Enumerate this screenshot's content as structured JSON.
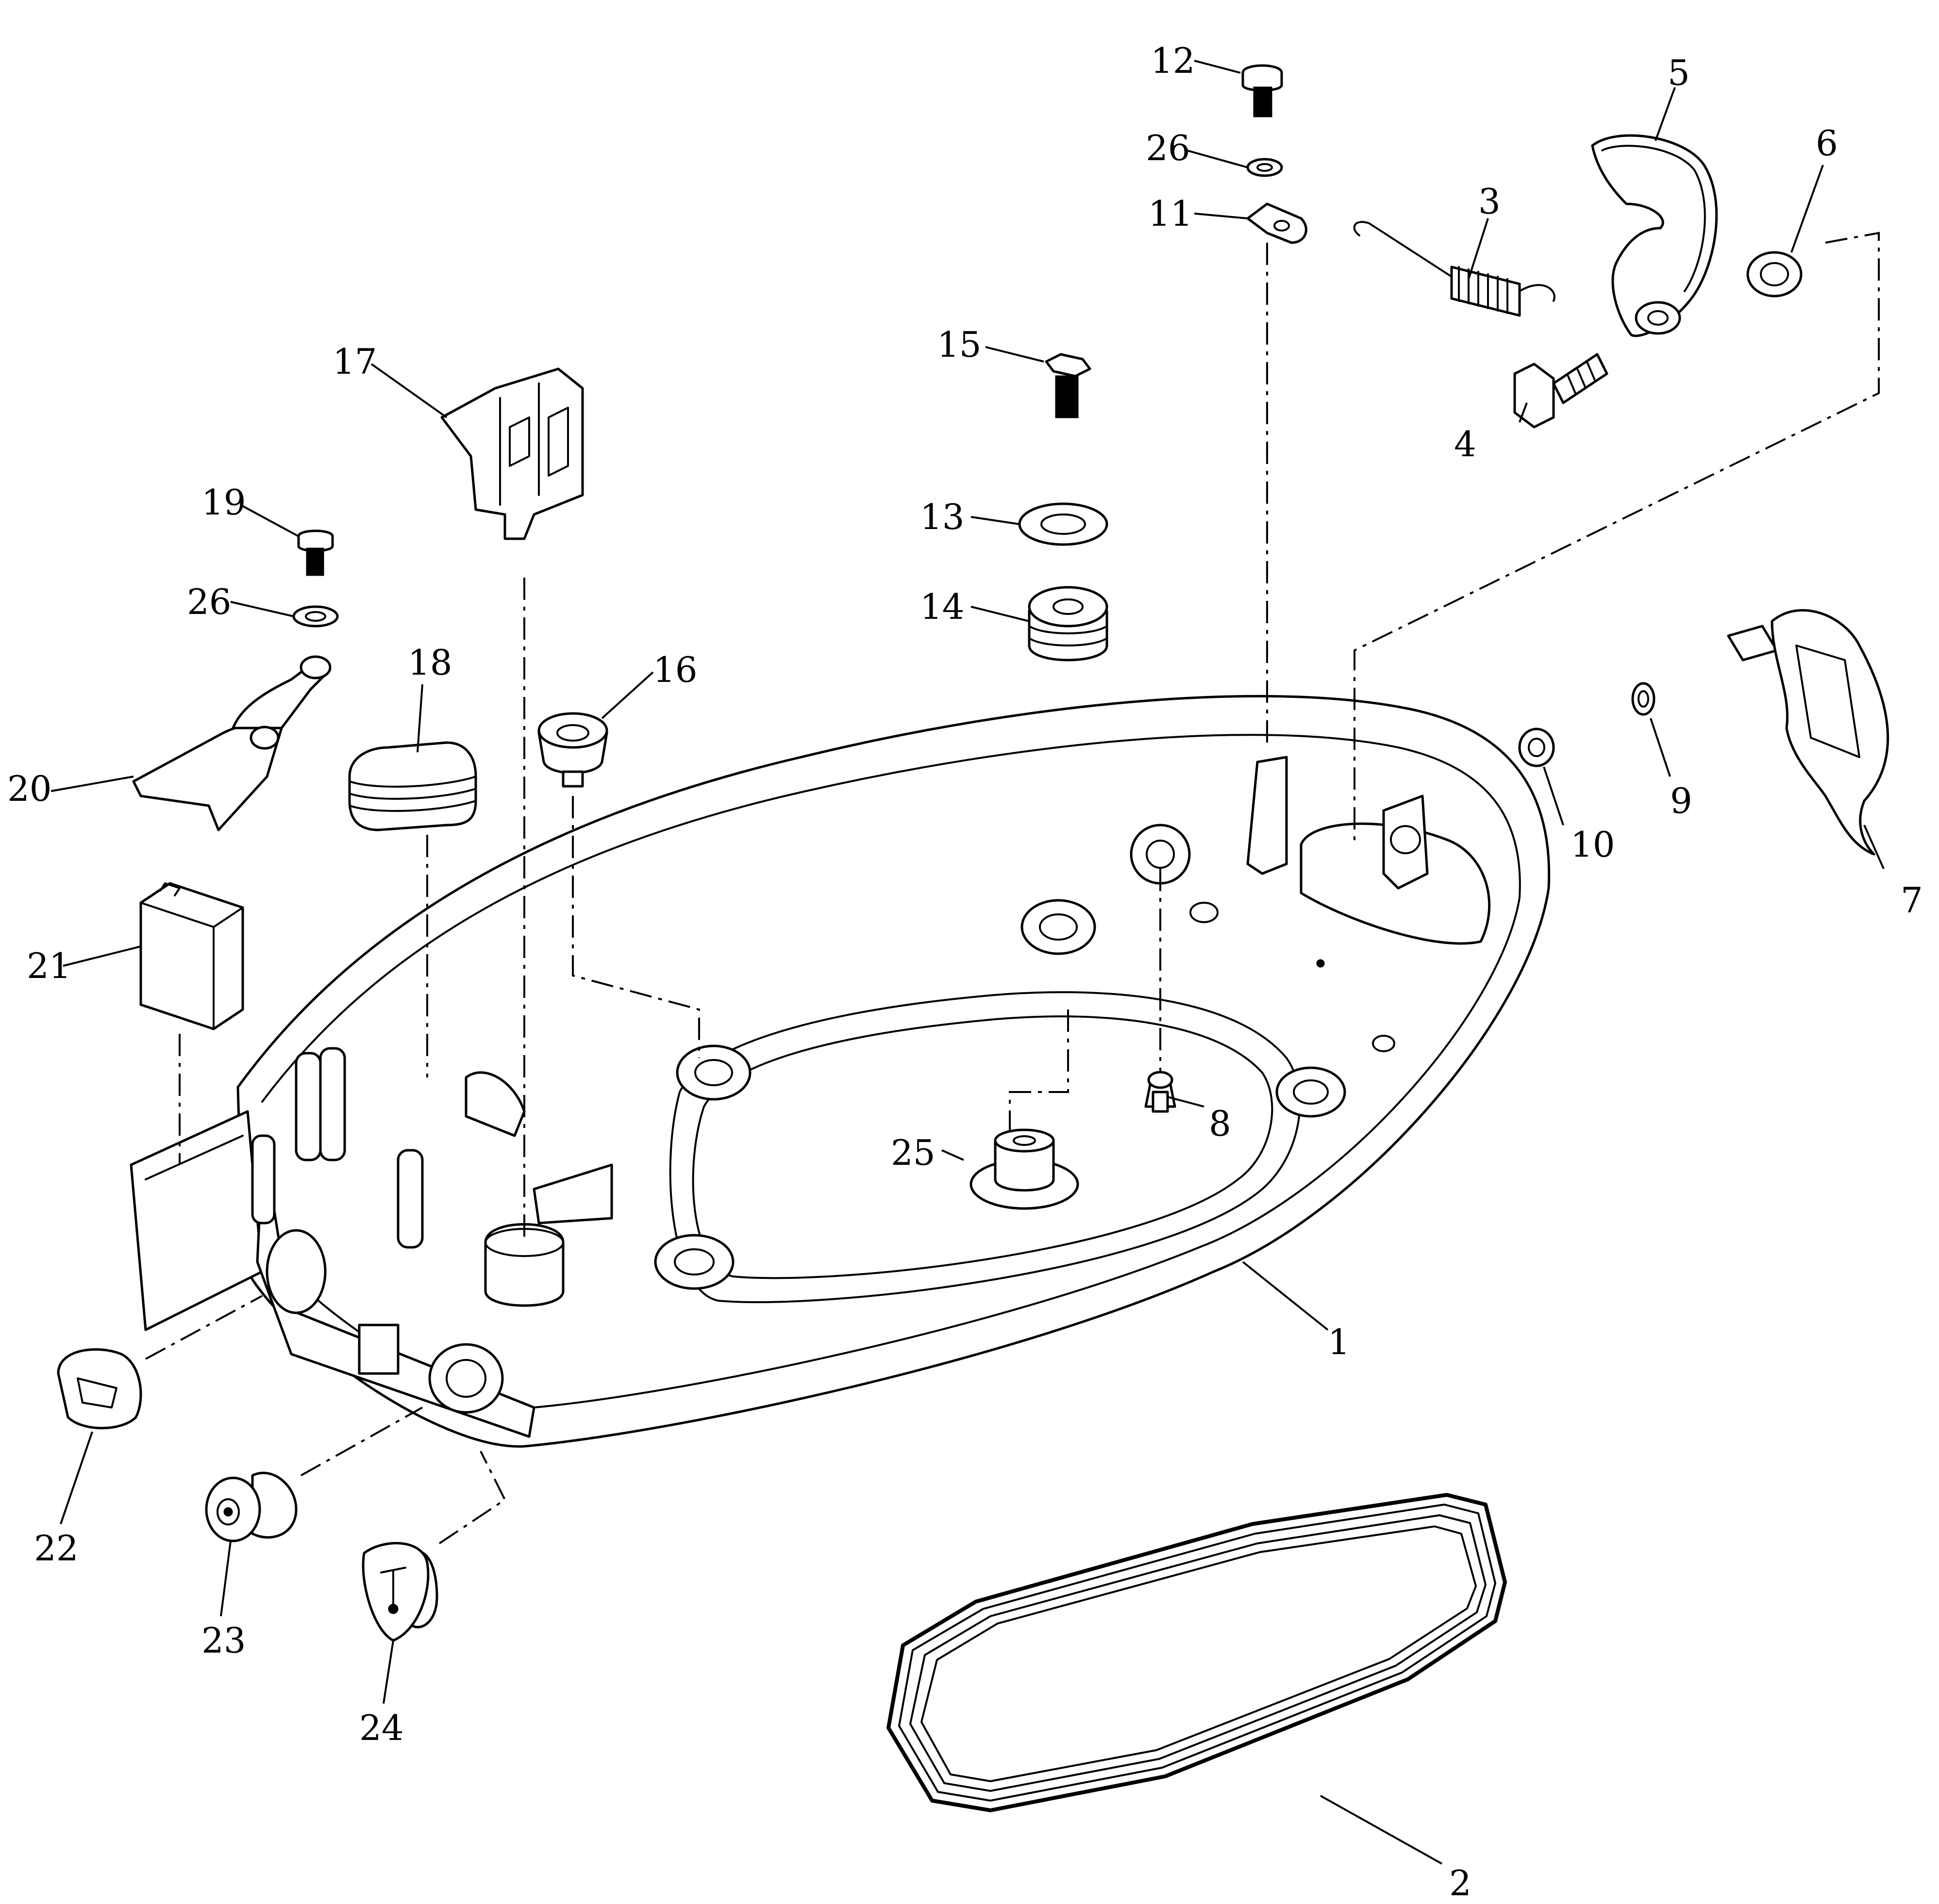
{
  "diagram": {
    "type": "exploded-parts-diagram",
    "colors": {
      "line": "#000000",
      "background": "#ffffff"
    },
    "callouts": [
      "1",
      "2",
      "3",
      "4",
      "5",
      "6",
      "7",
      "8",
      "9",
      "10",
      "11",
      "12",
      "13",
      "14",
      "15",
      "16",
      "17",
      "18",
      "19",
      "20",
      "21",
      "22",
      "23",
      "24",
      "25",
      "26",
      "26"
    ]
  }
}
